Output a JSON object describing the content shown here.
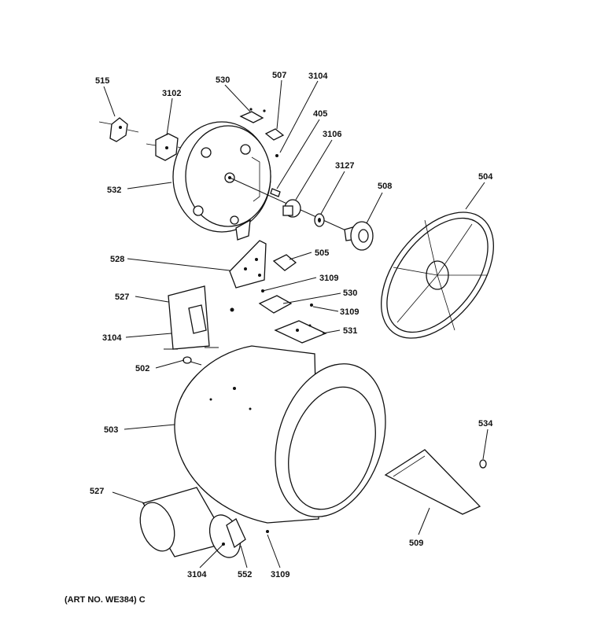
{
  "art_number": "(ART NO. WE384) C",
  "callouts": [
    {
      "id": "c515a",
      "text": "515"
    },
    {
      "id": "c3102",
      "text": "3102"
    },
    {
      "id": "c530a",
      "text": "530"
    },
    {
      "id": "c507",
      "text": "507"
    },
    {
      "id": "c3104a",
      "text": "3104"
    },
    {
      "id": "c405",
      "text": "405"
    },
    {
      "id": "c3106",
      "text": "3106"
    },
    {
      "id": "c3127",
      "text": "3127"
    },
    {
      "id": "c508",
      "text": "508"
    },
    {
      "id": "c504",
      "text": "504"
    },
    {
      "id": "c532",
      "text": "532"
    },
    {
      "id": "c528",
      "text": "528"
    },
    {
      "id": "c505",
      "text": "505"
    },
    {
      "id": "c3109a",
      "text": "3109"
    },
    {
      "id": "c527a",
      "text": "527"
    },
    {
      "id": "c530b",
      "text": "530"
    },
    {
      "id": "c3109b",
      "text": "3109"
    },
    {
      "id": "c3104b",
      "text": "3104"
    },
    {
      "id": "c531",
      "text": "531"
    },
    {
      "id": "c502",
      "text": "502"
    },
    {
      "id": "c503",
      "text": "503"
    },
    {
      "id": "c534",
      "text": "534"
    },
    {
      "id": "c527b",
      "text": "527"
    },
    {
      "id": "c509",
      "text": "509"
    },
    {
      "id": "c3104c",
      "text": "3104"
    },
    {
      "id": "c552",
      "text": "552"
    },
    {
      "id": "c3109c",
      "text": "3109"
    }
  ]
}
